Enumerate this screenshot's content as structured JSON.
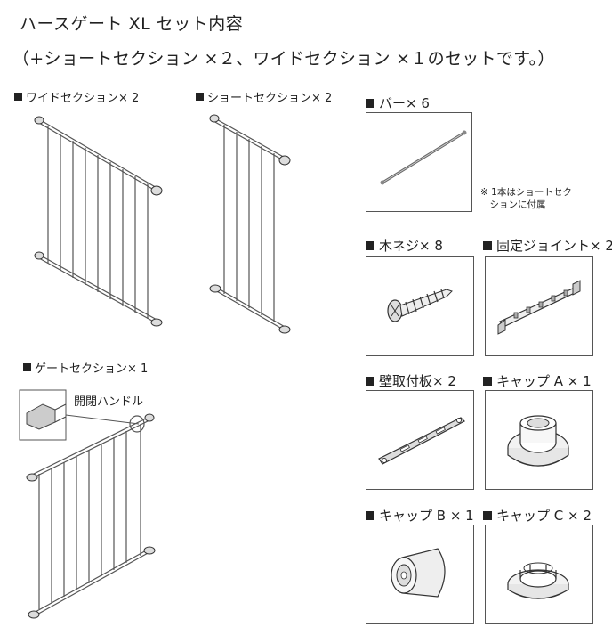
{
  "title": {
    "line1": "ハースゲート XL セット内容",
    "line2": "（+ショートセクション ×２、ワイドセクション ×１のセットです。）"
  },
  "items": {
    "wide_section": "ワイドセクション× 2",
    "short_section": "ショートセクション× 2",
    "gate_section": "ゲートセクション× 1",
    "open_handle": "開閉ハンドル",
    "bar": "バー× 6",
    "bar_note": "※ 1本はショートセク\n　ションに付属",
    "wood_screw": "木ネジ× 8",
    "fixed_joint": "固定ジョイント× 2",
    "wall_plate": "壁取付板× 2",
    "cap_a": "キャップ A × 1",
    "cap_b": "キャップ B × 1",
    "cap_c": "キャップ C × 2"
  }
}
